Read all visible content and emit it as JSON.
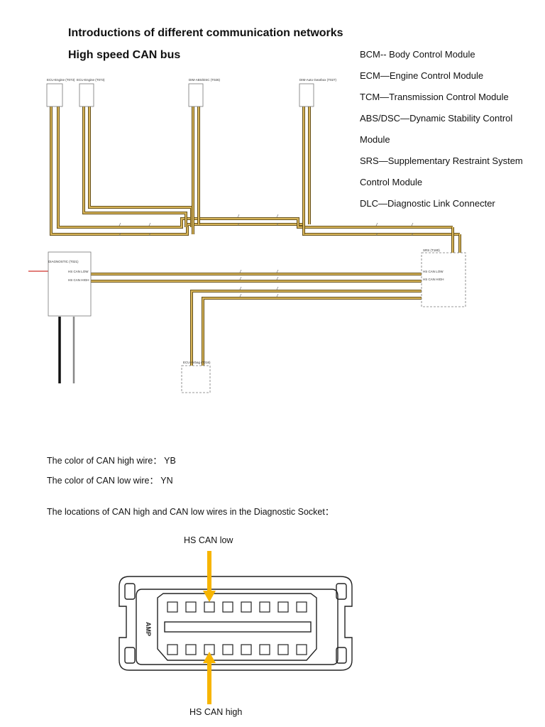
{
  "headings": {
    "title": "Introductions of different communication networks",
    "subtitle": "High speed CAN bus"
  },
  "legend": [
    "BCM-- Body Control Module",
    "ECM—Engine Control Module",
    "TCM—Transmission Control Module",
    "ABS/DSC—Dynamic Stability Control",
    "Module",
    "SRS—Supplementary Restraint System",
    "Control Module",
    "DLC—Diagnostic Link Connecter"
  ],
  "wiring_diagram": {
    "modules": {
      "ecu_engine_1": "ECU-Engine (T073)",
      "ecu_engine_2": "ECU-Engine (T073)",
      "abs_dsc": "DIM-ABS/DSC (T026)",
      "auto_gearbox": "DIM-Auto Gearbox (T027)",
      "diagnostic": "DIAGNOSTIC (T021)",
      "srs": "SRS (T180)",
      "ecu_airbag": "ECU-Airbag (T016)"
    },
    "diagnostic_labels": {
      "can_low": "HS CAN LOW",
      "can_high": "HS CAN HIGH"
    },
    "srs_labels": {
      "can_low": "HS CAN LOW",
      "can_high": "HS CAN HIGH"
    }
  },
  "wire_colors": {
    "high": "The color of CAN high wire： YB",
    "low": "The color of CAN low wire： YN"
  },
  "socket_caption": "The locations of CAN high and CAN low wires in the Diagnostic Socket：",
  "connector": {
    "brand": "AMP",
    "label_low": "HS CAN low",
    "label_high": "HS CAN high"
  },
  "colors": {
    "wire_dark": "#5a4614",
    "wire_light": "#d8b55a",
    "arrow": "#f7b500"
  }
}
